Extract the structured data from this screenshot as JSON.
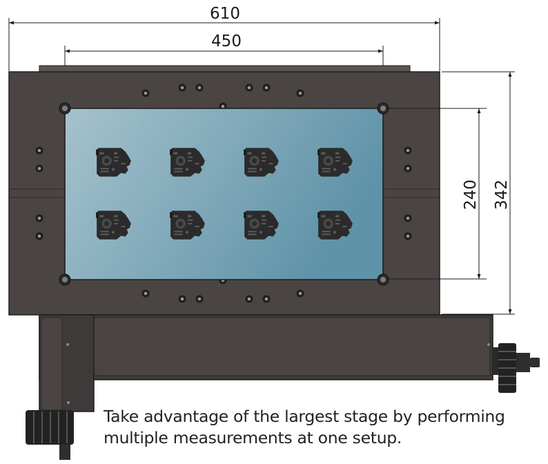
{
  "dimensions": {
    "overall_width": "610",
    "plate_width": "450",
    "plate_height": "240",
    "overall_height": "342"
  },
  "caption": {
    "line1": "Take advantage of the largest stage by performing",
    "line2": "multiple measurements at one setup."
  },
  "colors": {
    "stage_body": "#4a4443",
    "glass_light": "#a6c2cd",
    "glass_dark": "#5f93a8",
    "holder": "#2b2b2b",
    "dimension_line": "#1a1a1a"
  },
  "sample_holders": {
    "rows": 2,
    "columns": 4
  }
}
